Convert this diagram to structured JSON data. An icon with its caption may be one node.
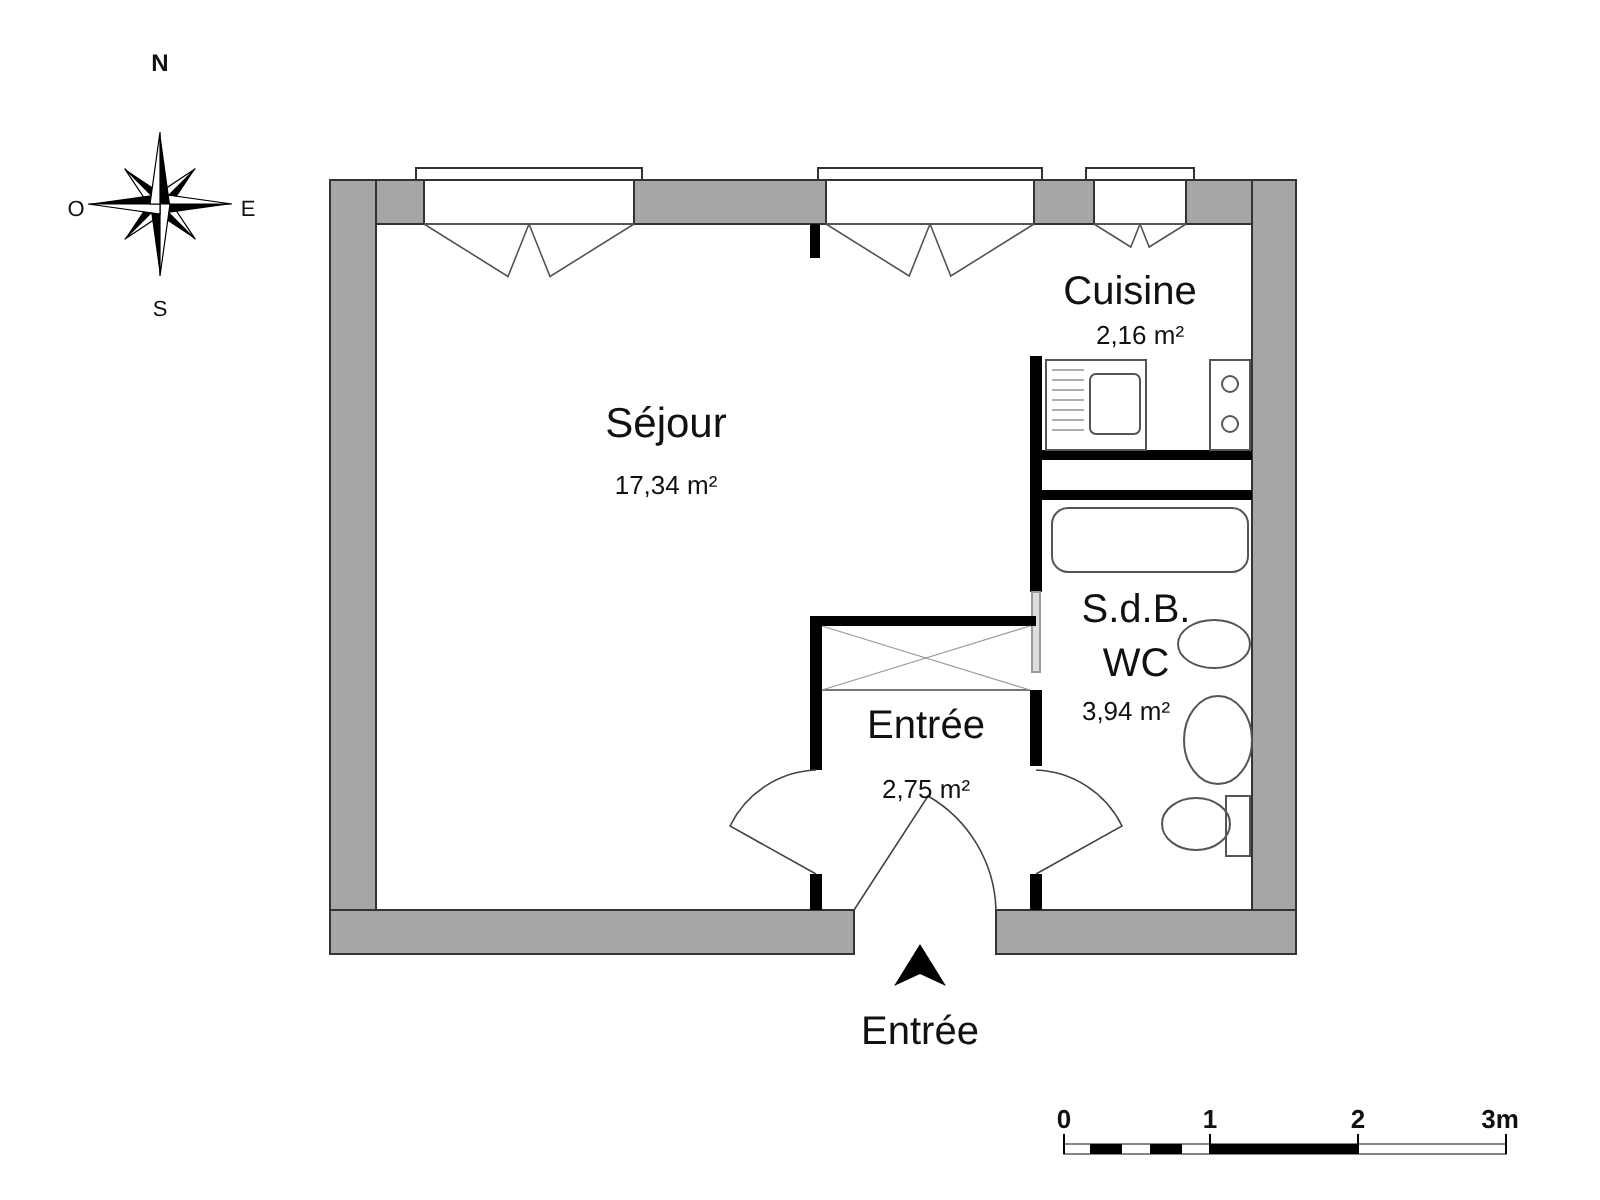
{
  "diagram": {
    "nodes": [
      {
        "text": [
          "Séjour",
          "17,34 m²"
        ]
      },
      {
        "text": [
          "Cuisine",
          "2,16 m²"
        ]
      },
      {
        "text": [
          "S.d.B. WC",
          "3,94 m²"
        ]
      },
      {
        "text": [
          "Entrée",
          "2,75 m²"
        ]
      }
    ],
    "edges": [],
    "labels": [
      "N",
      "O",
      "E",
      "S",
      "Entrée",
      "0",
      "1",
      "2",
      "3m"
    ]
  }
}
